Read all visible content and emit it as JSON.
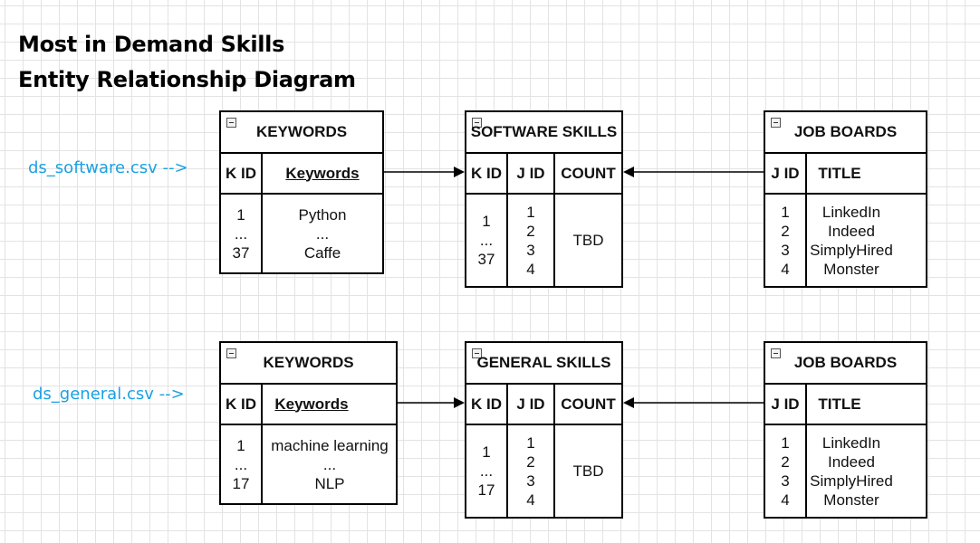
{
  "title": {
    "line1": "Most in Demand Skills",
    "line2": "Entity Relationship Diagram"
  },
  "sources": {
    "software": "ds_software.csv -->",
    "general": "ds_general.csv -->"
  },
  "software": {
    "keywords": {
      "title": "KEYWORDS",
      "col_id": "K ID",
      "col_kw": "Keywords",
      "ids": [
        "1",
        "...",
        "37"
      ],
      "values": [
        "Python",
        "...",
        "Caffe"
      ]
    },
    "skills": {
      "title": "SOFTWARE SKILLS",
      "col_kid": "K ID",
      "col_jid": "J ID",
      "col_count": "COUNT",
      "kids": [
        "1",
        "...",
        "37"
      ],
      "jids": [
        "1",
        "2",
        "3",
        "4"
      ],
      "count": "TBD"
    },
    "boards": {
      "title": "JOB BOARDS",
      "col_jid": "J ID",
      "col_title": "TITLE",
      "jids": [
        "1",
        "2",
        "3",
        "4"
      ],
      "titles": [
        "LinkedIn",
        "Indeed",
        "SimplyHired",
        "Monster"
      ]
    }
  },
  "general": {
    "keywords": {
      "title": "KEYWORDS",
      "col_id": "K ID",
      "col_kw": "Keywords",
      "ids": [
        "1",
        "...",
        "17"
      ],
      "values": [
        "machine learning",
        "...",
        "NLP"
      ]
    },
    "skills": {
      "title": "GENERAL SKILLS",
      "col_kid": "K ID",
      "col_jid": "J ID",
      "col_count": "COUNT",
      "kids": [
        "1",
        "...",
        "17"
      ],
      "jids": [
        "1",
        "2",
        "3",
        "4"
      ],
      "count": "TBD"
    },
    "boards": {
      "title": "JOB BOARDS",
      "col_jid": "J ID",
      "col_title": "TITLE",
      "jids": [
        "1",
        "2",
        "3",
        "4"
      ],
      "titles": [
        "LinkedIn",
        "Indeed",
        "SimplyHired",
        "Monster"
      ]
    }
  }
}
